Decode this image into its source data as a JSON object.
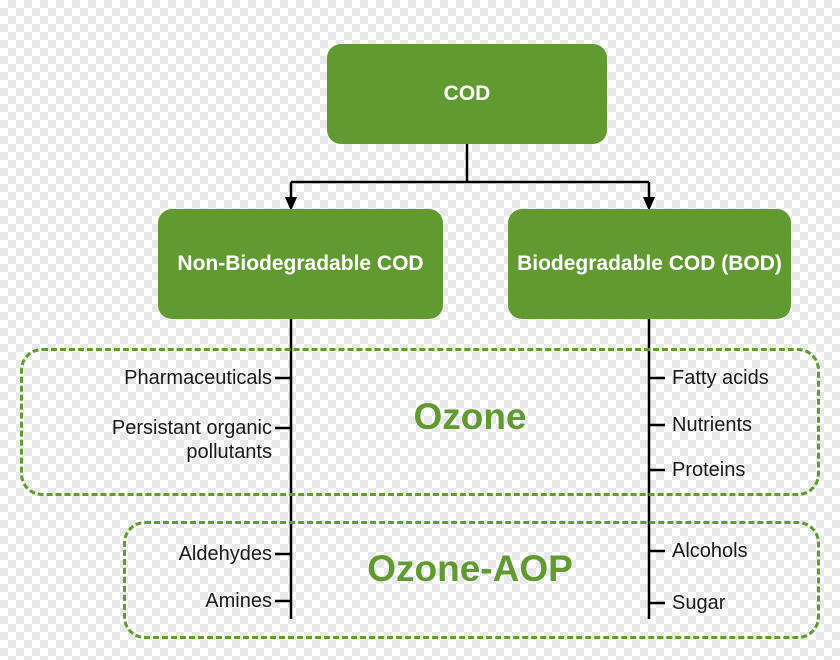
{
  "diagram": {
    "title": "COD classification and ozone treatment diagram",
    "colors": {
      "node_fill": "#629a32",
      "node_text": "#ffffff",
      "dashed_border": "#5f9b2d",
      "label_text": "#629a32",
      "item_text": "#1a1a1a",
      "connector": "#000000"
    },
    "nodes": {
      "root": "COD",
      "left": "Non-Biodegradable COD",
      "right": "Biodegradable COD (BOD)"
    },
    "groups": [
      {
        "label": "Ozone",
        "left_items": [
          "Pharmaceuticals",
          "Persistant organic pollutants"
        ],
        "right_items": [
          "Fatty acids",
          "Nutrients",
          "Proteins"
        ]
      },
      {
        "label": "Ozone-AOP",
        "left_items": [
          "Aldehydes",
          "Amines"
        ],
        "right_items": [
          "Alcohols",
          "Sugar"
        ]
      }
    ]
  }
}
